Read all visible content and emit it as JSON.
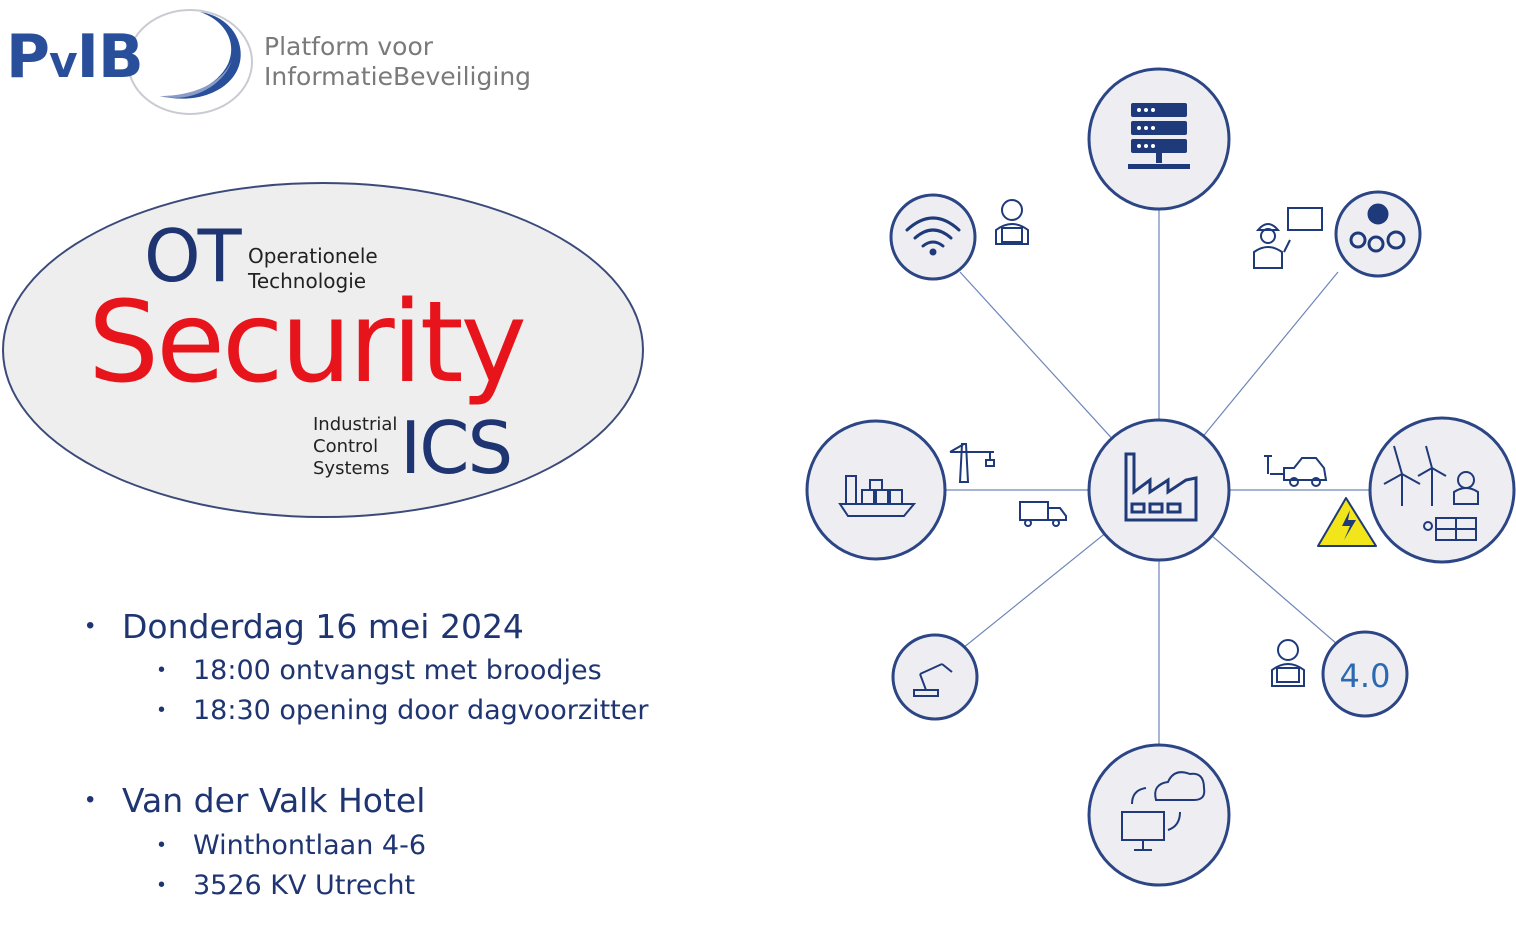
{
  "logo": {
    "abbr_p": "P",
    "abbr_v": "v",
    "abbr_ib": "IB",
    "platform_line1": "Platform voor",
    "platform_line2": "InformatieBeveiliging"
  },
  "title": {
    "ot": "OT",
    "ot_line1": "Operationele",
    "ot_line2": "Technologie",
    "security": "Security",
    "ics_line1": "Industrial",
    "ics_line2": "Control",
    "ics_line3": "Systems",
    "ics": "ICS"
  },
  "schedule": {
    "date": "Donderdag 16 mei 2024",
    "items": [
      "18:00 ontvangst met broodjes",
      "18:30 opening door dagvoorzitter"
    ]
  },
  "location": {
    "venue": "Van der Valk Hotel",
    "items": [
      "Winthontlaan 4-6",
      "3526 KV Utrecht"
    ]
  },
  "network": {
    "industry_label": "4.0",
    "colors": {
      "stroke": "#2b4585",
      "fill": "#eeeef2",
      "line": "#6d86b8",
      "icon": "#1f3a7a",
      "warning": "#f2e51a"
    },
    "icons": [
      "server-icon",
      "wifi-icon",
      "developer-icon",
      "engineer-icon",
      "monitor-icon",
      "gears-icon",
      "ship-icon",
      "crane-icon",
      "truck-icon",
      "factory-icon",
      "car-icon",
      "warning-icon",
      "renewable-energy-icon",
      "robot-arm-icon",
      "developer-icon",
      "cloud-sync-icon"
    ]
  }
}
